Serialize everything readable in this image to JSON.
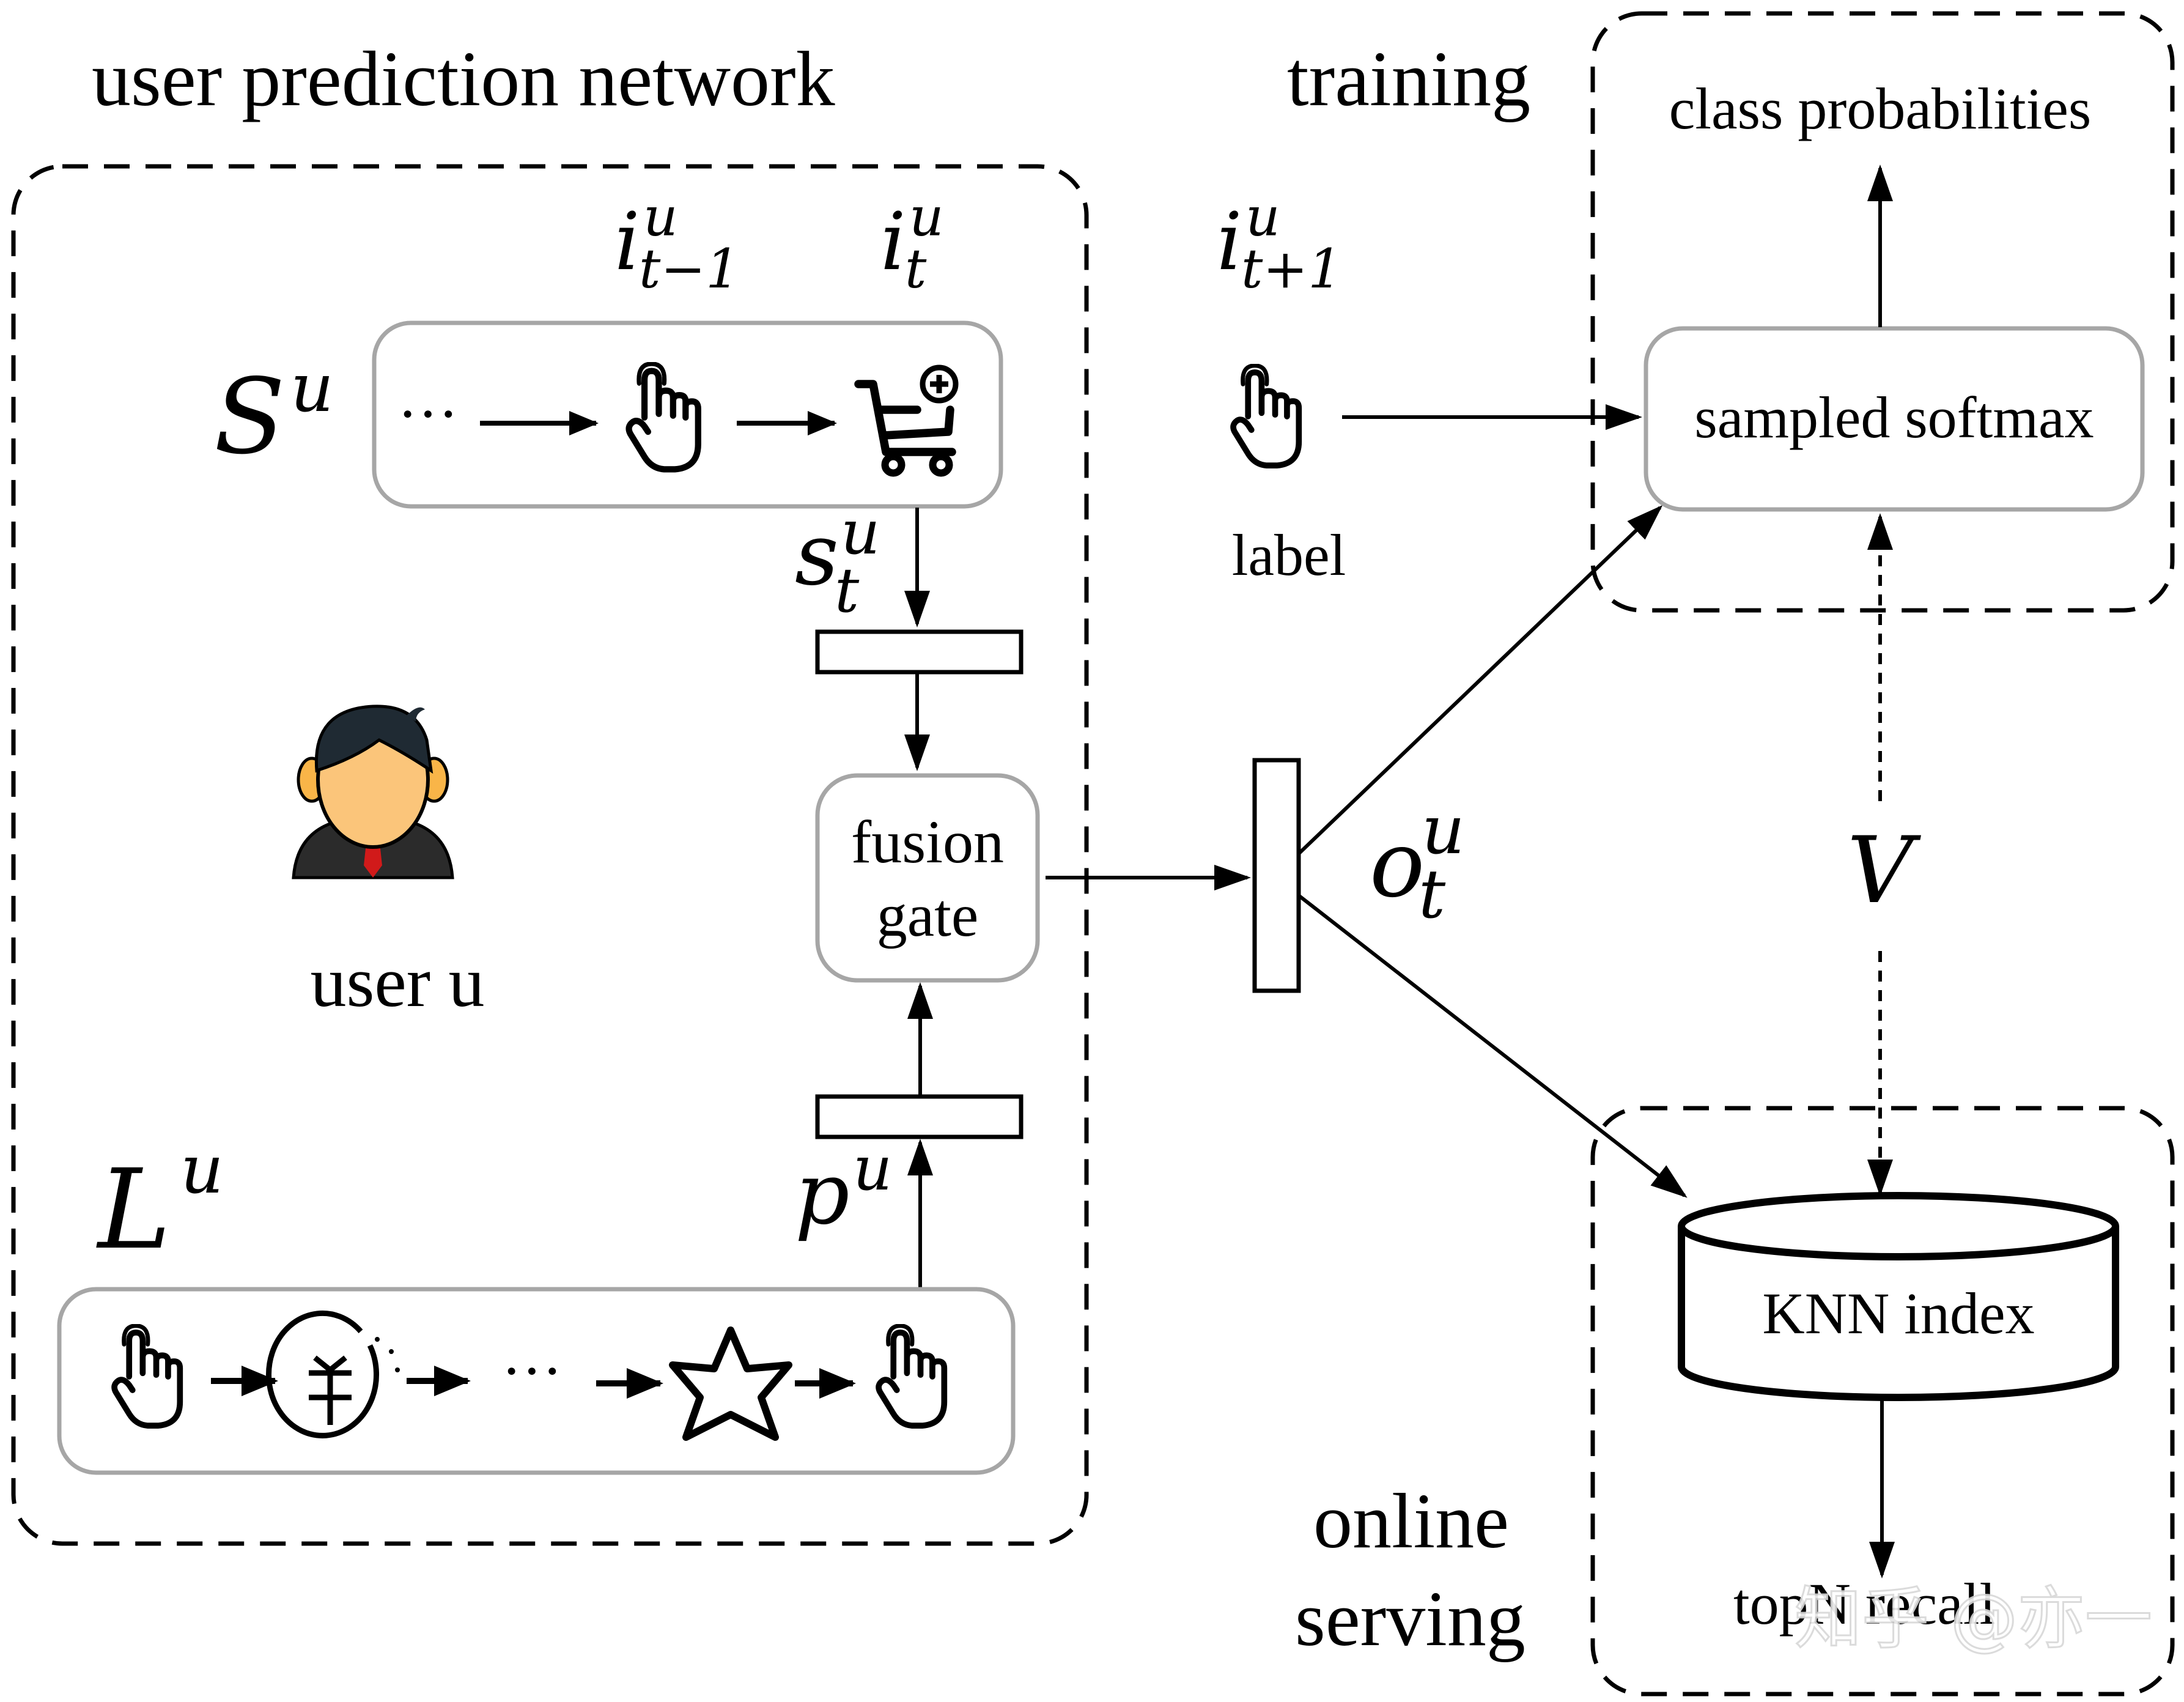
{
  "sections": {
    "user_network": {
      "title": "user prediction network"
    },
    "training": {
      "title": "training"
    },
    "serving": {
      "title_line1": "online",
      "title_line2": "serving"
    }
  },
  "symbols": {
    "short_seq": {
      "base": "S",
      "sup": "u"
    },
    "long_seq": {
      "base": "L",
      "sup": "u"
    },
    "item_prev": {
      "base": "i",
      "sup": "u",
      "sub": "t−1"
    },
    "item_curr": {
      "base": "i",
      "sup": "u",
      "sub": "t"
    },
    "item_next": {
      "base": "i",
      "sup": "u",
      "sub": "t+1"
    },
    "short_vec": {
      "base": "s",
      "sup": "u",
      "sub": "t"
    },
    "long_vec": {
      "base": "p",
      "sup": "u"
    },
    "output_vec": {
      "base": "o",
      "sup": "u",
      "sub": "t"
    },
    "item_matrix": {
      "base": "V"
    }
  },
  "nodes": {
    "fusion_gate": {
      "line1": "fusion",
      "line2": "gate"
    },
    "user": {
      "label": "user u",
      "icon": "user-avatar-icon"
    },
    "label": {
      "text": "label"
    },
    "sampled_softmax": {
      "label": "sampled softmax"
    },
    "class_probabilities": {
      "label": "class probabilities"
    },
    "knn_index": {
      "label": "KNN index"
    },
    "topn_recall": {
      "label": "topN recall"
    }
  },
  "short_sequence": {
    "ellipsis": "···",
    "items": [
      "click-hand-icon",
      "add-to-cart-icon"
    ]
  },
  "long_sequence": {
    "ellipsis": "···",
    "items": [
      "click-hand-icon",
      "yen-coin-icon",
      "star-icon",
      "click-hand-icon"
    ]
  },
  "watermark": {
    "text": "知乎 @亦一"
  },
  "colors": {
    "line": "#000000",
    "box_border": "#a6a6a6",
    "avatar_skin": "#fbc57a",
    "avatar_hair": "#1f2a33",
    "avatar_suit": "#2b2b2b",
    "avatar_tie": "#d11a1a"
  }
}
